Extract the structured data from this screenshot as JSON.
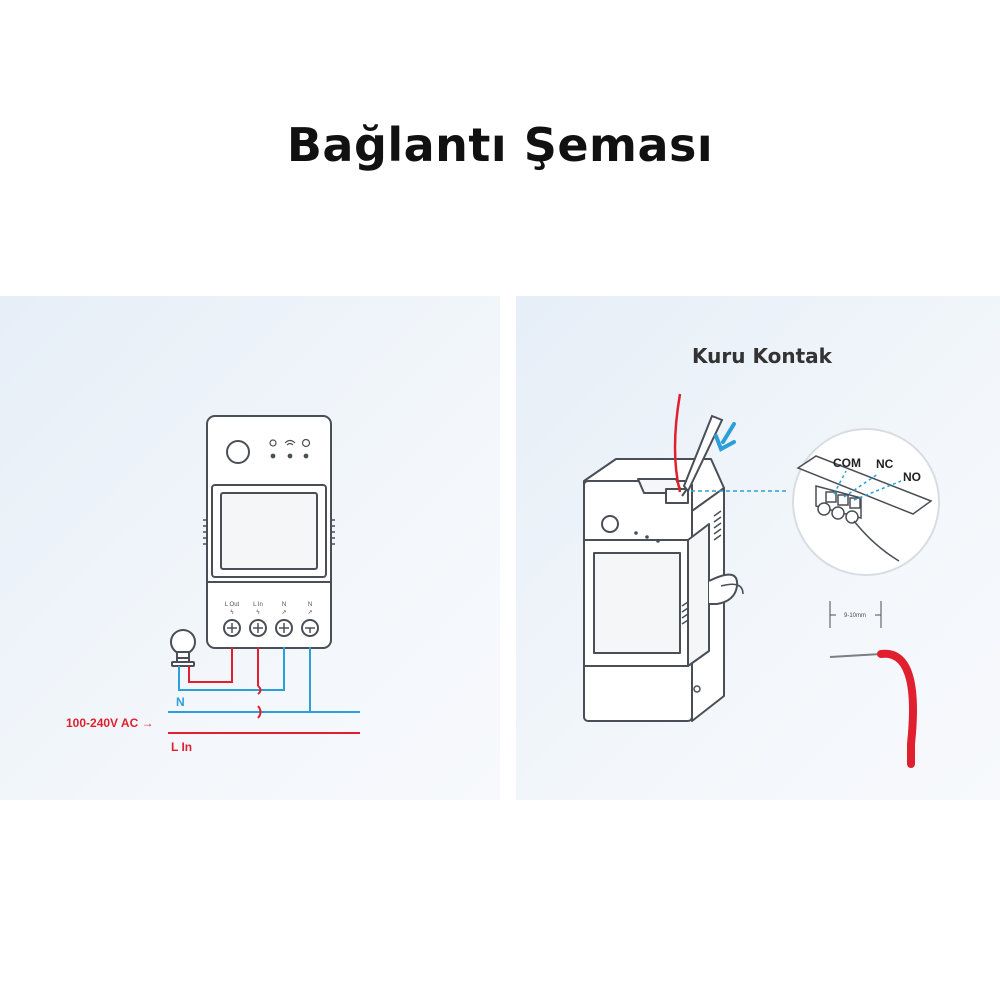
{
  "title": "Bağlantı Şeması",
  "left_diagram": {
    "terminals": [
      {
        "label": "L Out",
        "symbol": "ϟ"
      },
      {
        "label": "L In",
        "symbol": "ϟ"
      },
      {
        "label": "N",
        "symbol": "↗"
      },
      {
        "label": "N",
        "symbol": "↗"
      }
    ],
    "n_label": "N",
    "voltage_label": "100-240V AC →",
    "l_in_label": "L In",
    "colors": {
      "neutral": "#2b9fd9",
      "live": "#e0202e",
      "device": "#4a4f57"
    }
  },
  "right_diagram": {
    "title": "Kuru Kontak",
    "contacts": [
      "COM",
      "NC",
      "NO"
    ],
    "strip_length": "9-10mm",
    "colors": {
      "wire": "#e0202e",
      "arrow": "#2b9fd9",
      "callout": "#2b9fd9"
    }
  }
}
